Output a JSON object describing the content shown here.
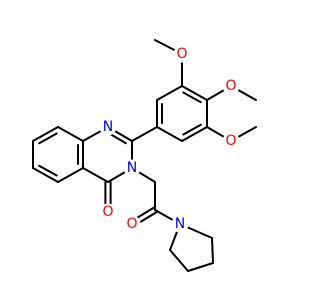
{
  "molecule": {
    "atoms": [
      {
        "id": "O4",
        "label": "O",
        "color": "#ff0000"
      },
      {
        "id": "N1",
        "label": "N",
        "color": "#0000ff"
      },
      {
        "id": "N3",
        "label": "N",
        "color": "#0000ff"
      },
      {
        "id": "Npyr",
        "label": "N",
        "color": "#0000ff"
      },
      {
        "id": "Oam",
        "label": "O",
        "color": "#ff0000"
      },
      {
        "id": "Om1",
        "label": "O",
        "color": "#ff0000"
      },
      {
        "id": "Om2",
        "label": "O",
        "color": "#ff0000"
      },
      {
        "id": "Om3",
        "label": "O",
        "color": "#ff0000"
      }
    ],
    "colors": {
      "bond": "#000000",
      "oxygen": "#ff0000",
      "nitrogen": "#0000ff",
      "background": "#ffffff"
    }
  }
}
